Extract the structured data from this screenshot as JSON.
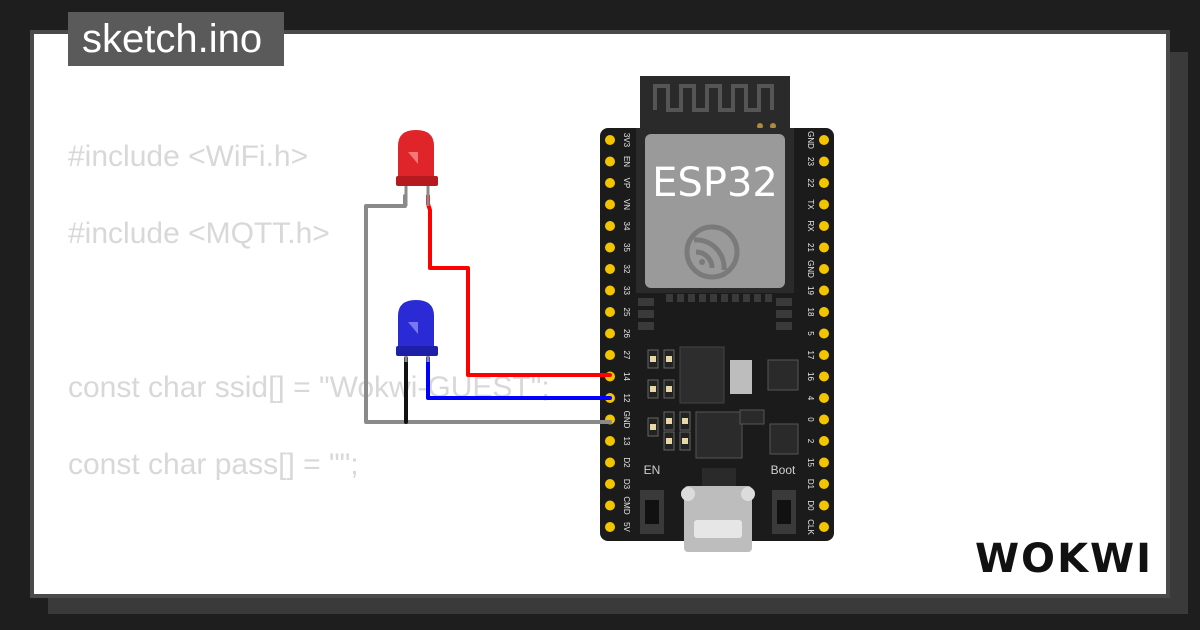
{
  "editor": {
    "filename": "sketch.ino",
    "code_lines": [
      "#include <WiFi.h>",
      "#include <MQTT.h>",
      "",
      "const char ssid[] = \"Wokwi-GUEST\";",
      "const char pass[] = \"\";"
    ]
  },
  "board": {
    "name": "ESP32",
    "left_pins": [
      "3V3",
      "EN",
      "VP",
      "VN",
      "34",
      "35",
      "32",
      "33",
      "25",
      "26",
      "27",
      "14",
      "12",
      "GND",
      "13",
      "D2",
      "D3",
      "CMD",
      "5V"
    ],
    "right_pins": [
      "GND",
      "23",
      "22",
      "TX",
      "RX",
      "21",
      "GND",
      "19",
      "18",
      "5",
      "17",
      "16",
      "4",
      "0",
      "2",
      "15",
      "D1",
      "D0",
      "CLK"
    ],
    "button_en_label": "EN",
    "button_boot_label": "Boot"
  },
  "components": {
    "led_red_color": "#e0252a",
    "led_blue_color": "#2b2bd6"
  },
  "wires": {
    "red": "#ff0000",
    "blue": "#0000ff",
    "gray": "#8a8a8a",
    "black": "#111111"
  },
  "brand": {
    "logo_text": "WOKWI"
  }
}
